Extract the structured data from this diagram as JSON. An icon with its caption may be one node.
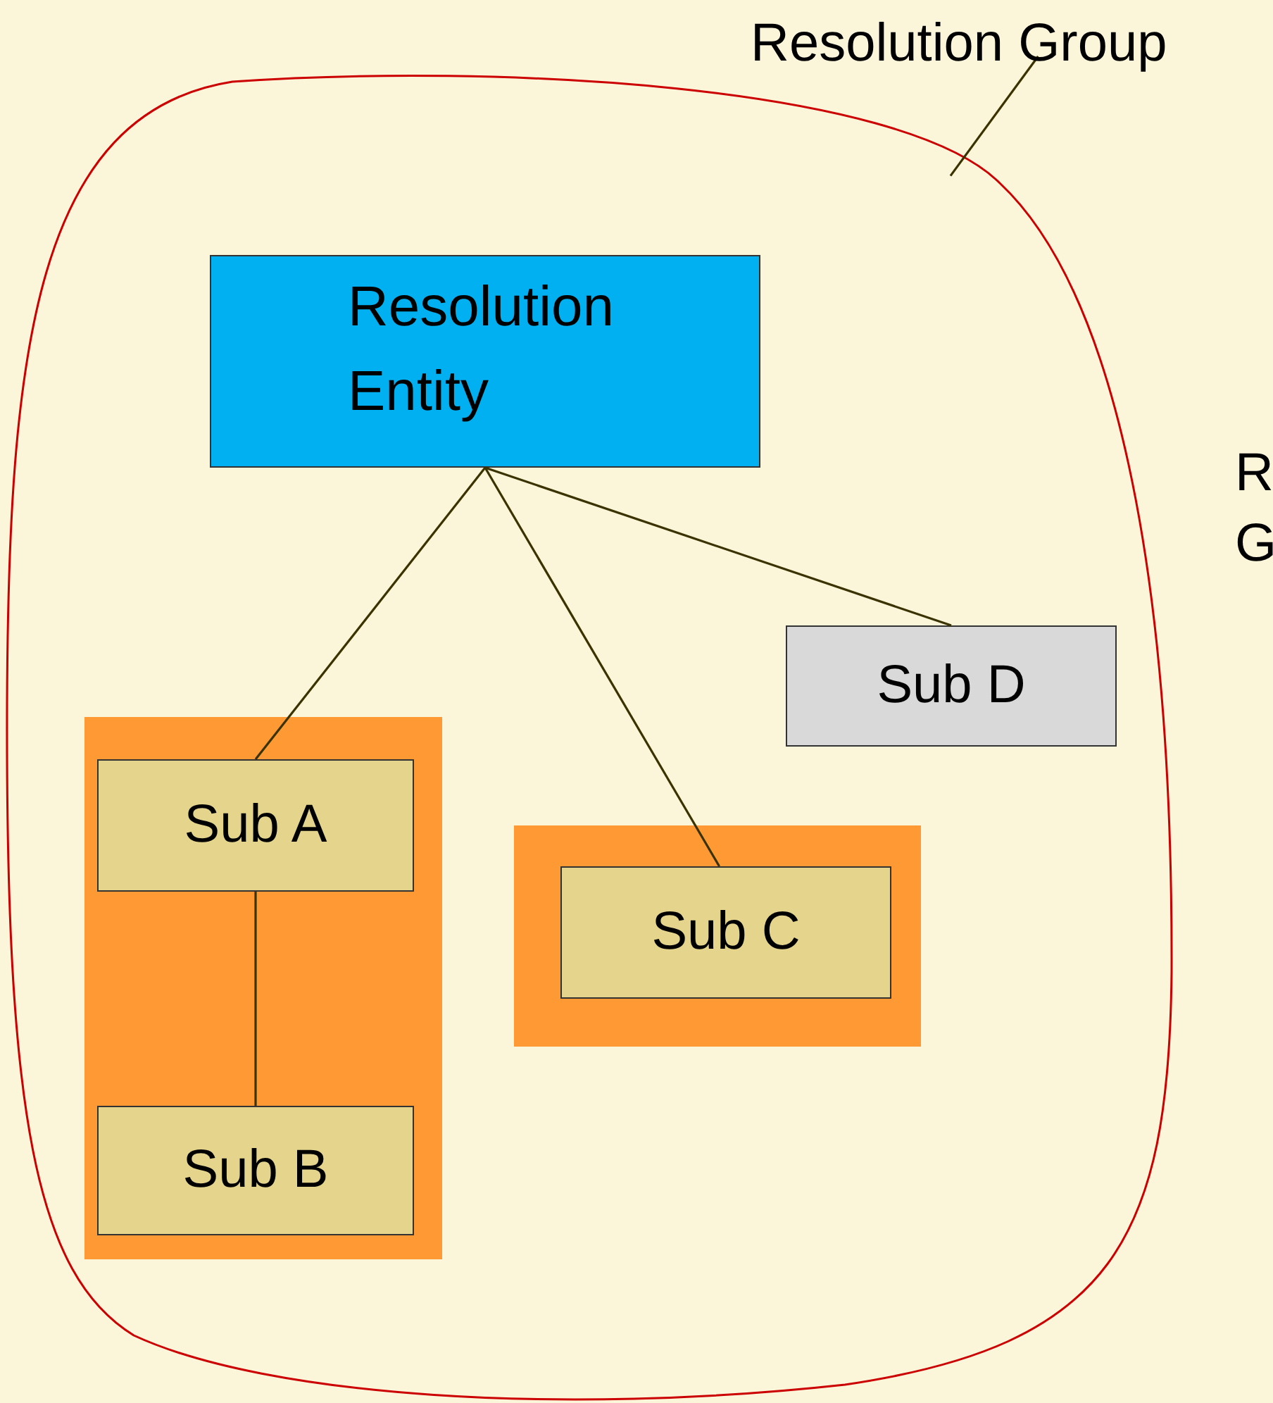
{
  "diagram": {
    "nodes": [
      {
        "text": [
          "Resolution Group"
        ]
      },
      {
        "text": [],
        "shape": "cloud"
      },
      {
        "text": [
          "Resolution Entity"
        ],
        "in": 1
      },
      {
        "text": [],
        "shape": "box",
        "in": 1
      },
      {
        "text": [
          "Sub A"
        ],
        "in": 3
      },
      {
        "text": [
          "Sub B"
        ],
        "in": 3
      },
      {
        "text": [],
        "shape": "box",
        "in": 1
      },
      {
        "text": [
          "Sub C"
        ],
        "in": 6
      },
      {
        "text": [
          "Sub D"
        ],
        "in": 1
      }
    ],
    "edges": [
      {
        "from": 0,
        "to": 1,
        "arrow": "none"
      },
      {
        "from": 2,
        "to": 4,
        "arrow": "none"
      },
      {
        "from": 2,
        "to": 7,
        "arrow": "none"
      },
      {
        "from": 2,
        "to": 8,
        "arrow": "none"
      },
      {
        "from": 4,
        "to": 5,
        "arrow": "none"
      }
    ],
    "labels": [
      "R",
      "G"
    ]
  }
}
